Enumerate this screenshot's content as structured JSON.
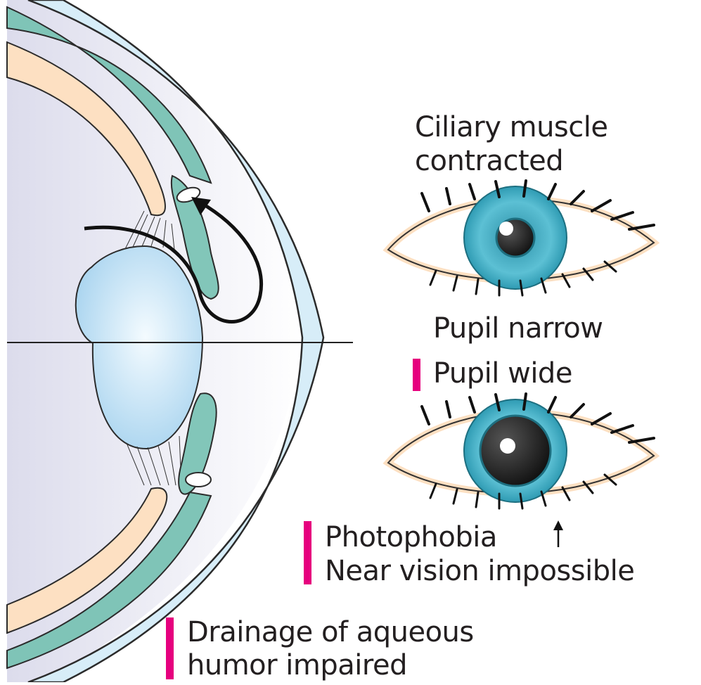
{
  "labels": {
    "ciliary_line1": "Ciliary muscle",
    "ciliary_line2": "contracted",
    "pupil_narrow": "Pupil narrow",
    "pupil_wide": "Pupil wide",
    "photophobia": "Photophobia",
    "near_vision": "Near vision impossible",
    "drainage_line1": "Drainage of aqueous",
    "drainage_line2": "humor impaired"
  },
  "icons": {
    "up_arrow": "up-arrow-icon"
  },
  "colors": {
    "accent_bar": "#e6007e",
    "iris": "#3fa8bf",
    "ciliary_body": "#86c9bd",
    "sclera": "#d8eef8",
    "iris_tissue": "#fde2c4",
    "lens": "#c4e3f5"
  }
}
